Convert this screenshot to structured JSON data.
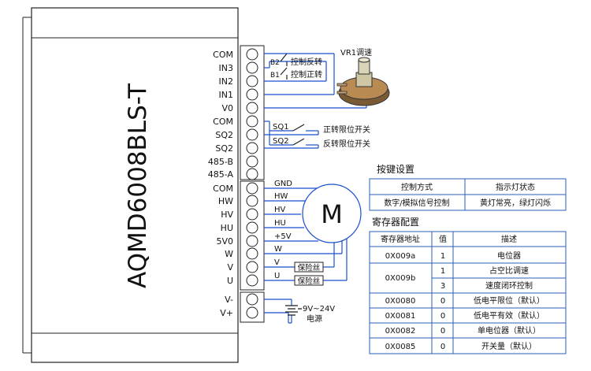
{
  "model": "AQMD6008BLS-T",
  "terminals": [
    {
      "label": "COM"
    },
    {
      "label": "IN3"
    },
    {
      "label": "IN2"
    },
    {
      "label": "IN1"
    },
    {
      "label": "V0"
    },
    {
      "label": "COM"
    },
    {
      "label": "SQ2"
    },
    {
      "label": "SQ2"
    },
    {
      "label": "485-B"
    },
    {
      "label": "485-A"
    },
    {
      "label": "COM"
    },
    {
      "label": "HW"
    },
    {
      "label": "HV"
    },
    {
      "label": "HU"
    },
    {
      "label": "5V0"
    },
    {
      "label": "W"
    },
    {
      "label": "V"
    },
    {
      "label": "U"
    },
    {
      "label": "V-"
    },
    {
      "label": "V+"
    }
  ],
  "control": {
    "b2": "B2",
    "b2_text": "控制反转",
    "b1": "B1",
    "b1_text": "控制正转",
    "vr1": "VR1调速"
  },
  "limits": {
    "sq1": "SQ1",
    "sq1_text": "正转限位开关",
    "sq2": "SQ2",
    "sq2_text": "反转限位开关"
  },
  "motor": {
    "symbol": "M",
    "wires": [
      "GND",
      "HW",
      "HV",
      "HU",
      "+5V",
      "W",
      "V",
      "U"
    ],
    "fuse": "保险丝"
  },
  "power": {
    "voltage": "9V~24V",
    "label": "电源"
  },
  "key_settings": {
    "title": "按键设置",
    "headers": [
      "控制方式",
      "指示灯状态"
    ],
    "row": [
      "数字/模拟信号控制",
      "黄灯常亮，绿灯闪烁"
    ]
  },
  "register_config": {
    "title": "寄存器配置",
    "headers": [
      "寄存器地址",
      "值",
      "描述"
    ],
    "rows": [
      {
        "addr": "0X009a",
        "value": "1",
        "desc": "电位器"
      },
      {
        "addr": "0X009b",
        "value": "1",
        "desc": "占空比调速"
      },
      {
        "addr": "",
        "value": "3",
        "desc": "速度闭环控制"
      },
      {
        "addr": "0X0080",
        "value": "0",
        "desc": "低电平限位（默认）"
      },
      {
        "addr": "0X0081",
        "value": "0",
        "desc": "低电平有效（默认）"
      },
      {
        "addr": "0X0082",
        "value": "0",
        "desc": "单电位器（默认）"
      },
      {
        "addr": "0X0085",
        "value": "0",
        "desc": "开关量（默认）"
      }
    ]
  },
  "colors": {
    "line": "#222222",
    "wire_blue": "#1a4fd0",
    "table_border": "#2a5fb8"
  }
}
